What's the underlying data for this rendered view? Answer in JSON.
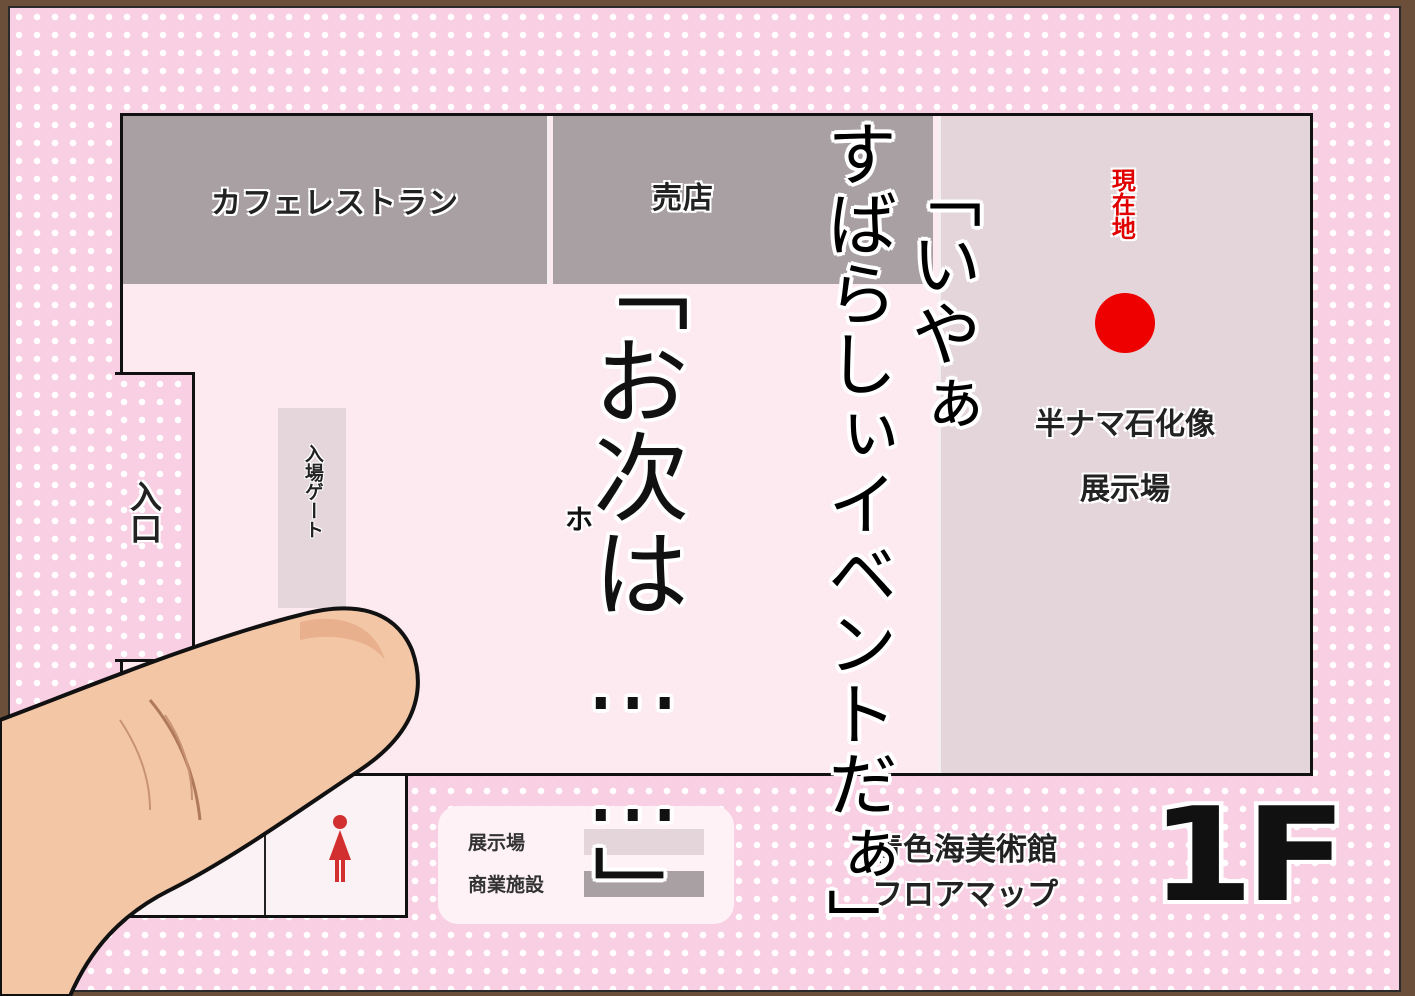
{
  "map": {
    "rooms": {
      "cafe": "カフェレストラン",
      "shop": "売店",
      "exhibit_hall": "半ナマ石化像展示場"
    },
    "entrance": "入口",
    "gate": "入場ゲート",
    "current_location": "現在地",
    "exhibit_line1": "半ナマ石化像",
    "exhibit_line2": "展示場"
  },
  "legend": {
    "items": [
      {
        "label": "展示場",
        "color": "#e3d5da"
      },
      {
        "label": "商業施設",
        "color": "#a9a0a3"
      }
    ]
  },
  "title": {
    "museum": "青色海美術館",
    "subtitle": "フロアマップ",
    "floor": "1F"
  },
  "speech": {
    "big": "「お次は……」",
    "col1": "すばらしぃイベントだぁ」",
    "col2": "「いやぁ",
    "sfx": "ホ"
  },
  "colors": {
    "background_pink": "#f9cfe3",
    "commercial": "#a9a0a3",
    "exhibit": "#e3d5da",
    "current_dot": "#ee0000"
  }
}
